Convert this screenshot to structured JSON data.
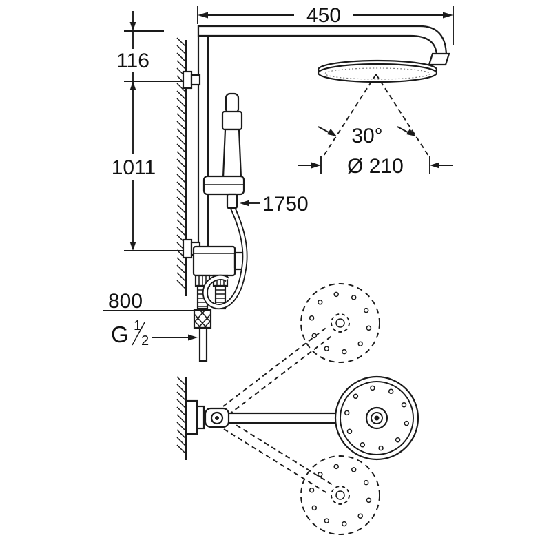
{
  "diagram": {
    "dimensions": {
      "top_projection": "450",
      "upper_offset": "116",
      "rail_height": "1011",
      "hose_length": "1750",
      "inlet_height": "800",
      "spray_angle": "30°",
      "head_diameter": "Ø 210",
      "thread_letter": "G",
      "thread_numerator": "1",
      "thread_denominator": "2"
    }
  }
}
